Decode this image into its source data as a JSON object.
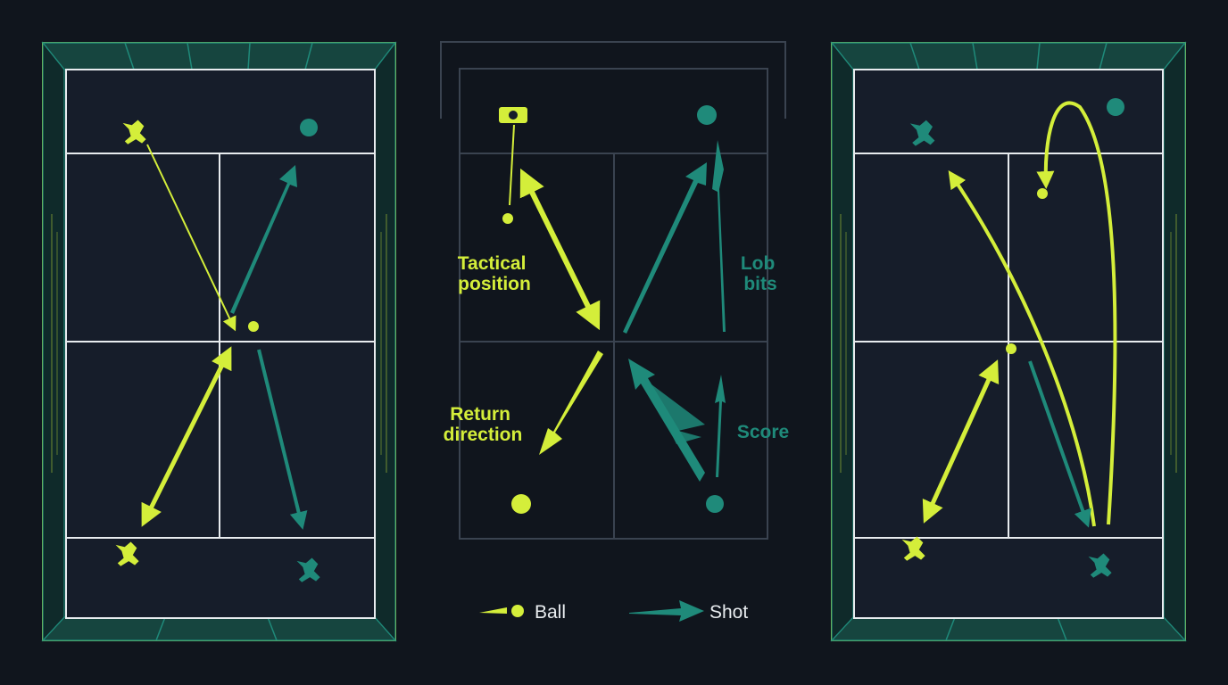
{
  "colors": {
    "background": "#10151d",
    "court_fill": "#161d2a",
    "court_line": "#e8ecef",
    "frame_outer": "#d4ee3a",
    "frame_wall": "#16453f",
    "frame_teal": "#1f8a7a",
    "lime": "#d4ee3a",
    "teal": "#1f8a7a",
    "center_line": "#3a4350"
  },
  "annotations": {
    "tactical": [
      "Tactical",
      "position"
    ],
    "lob": [
      "Lob",
      "bits"
    ],
    "return": [
      "Return",
      "direction"
    ],
    "score": "Score"
  },
  "legend": {
    "ball_label": "Ball",
    "shot_label": "Shot"
  },
  "icons": {
    "player": "player-icon",
    "ball": "ball-icon",
    "arrow": "arrow-icon"
  }
}
